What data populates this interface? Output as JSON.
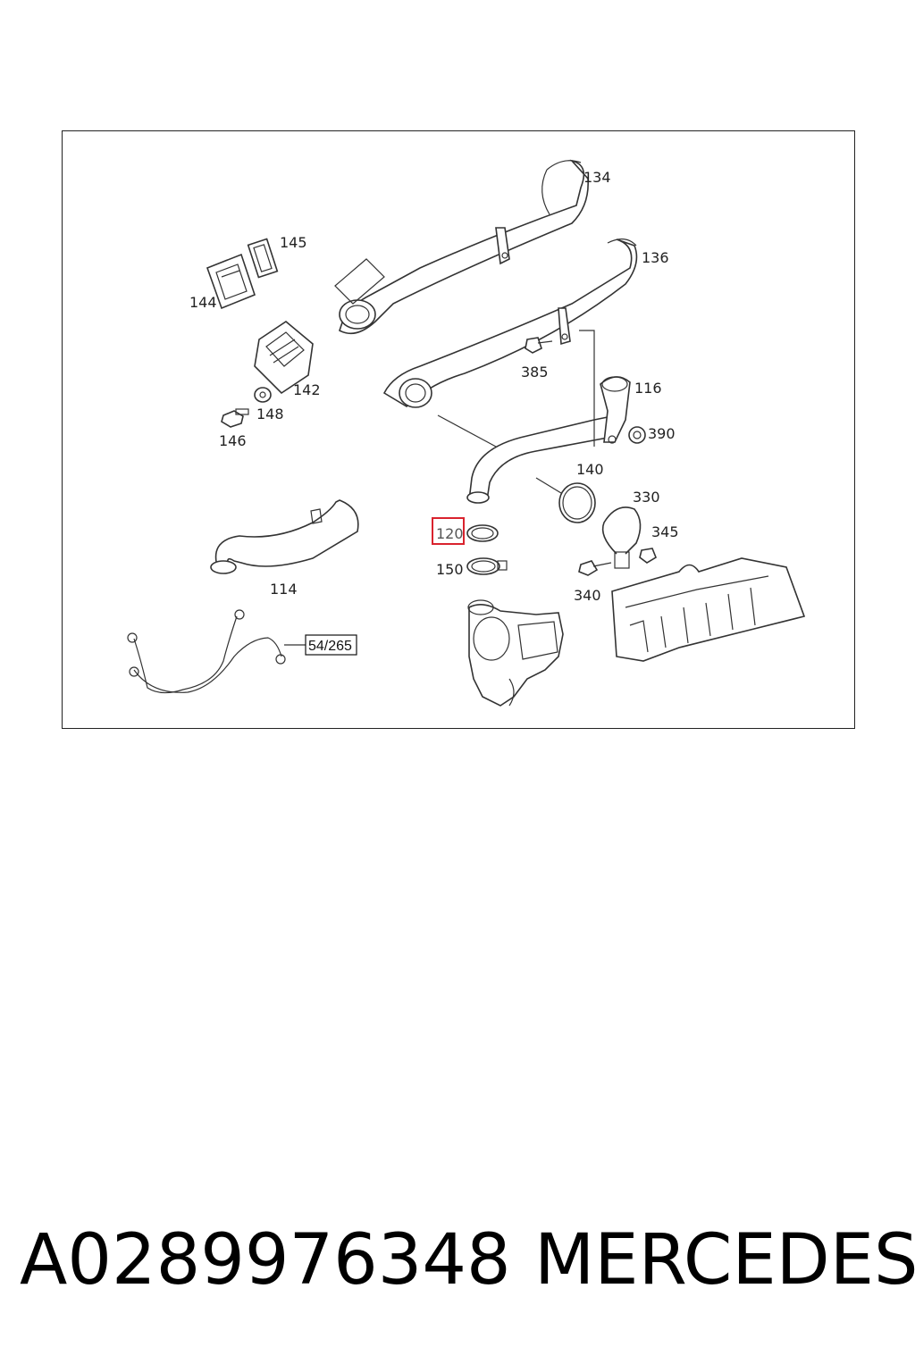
{
  "diagram": {
    "labels": {
      "p134": "134",
      "p136": "136",
      "p145": "145",
      "p144": "144",
      "p385": "385",
      "p142": "142",
      "p116": "116",
      "p148": "148",
      "p146": "146",
      "p390": "390",
      "p140": "140",
      "p330": "330",
      "p120": "120",
      "p345": "345",
      "p150": "150",
      "p340": "340",
      "p114": "114",
      "ref": "54/265"
    },
    "highlight_color": "#d9232e"
  },
  "footer": {
    "part_number": "A0289976348",
    "brand": "MERCEDES"
  }
}
